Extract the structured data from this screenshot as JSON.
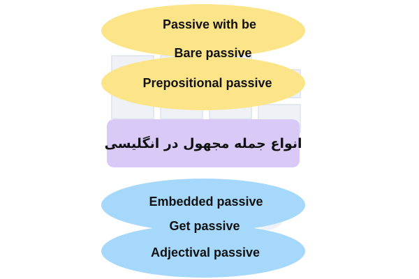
{
  "colors": {
    "top_group": "#fbe588",
    "bottom_group": "#a6d8fb",
    "center_box": "#d9c9f7",
    "text": "#111111",
    "watermark": "#e9edf4"
  },
  "center": {
    "title": "انواع جمله مجهول در انگلیسی"
  },
  "top_group": {
    "items": [
      "Passive with be",
      "Bare passive",
      "Prepositional passive"
    ]
  },
  "bottom_group": {
    "items": [
      "Embedded passive",
      "Get passive",
      "Adjectival passive"
    ]
  }
}
